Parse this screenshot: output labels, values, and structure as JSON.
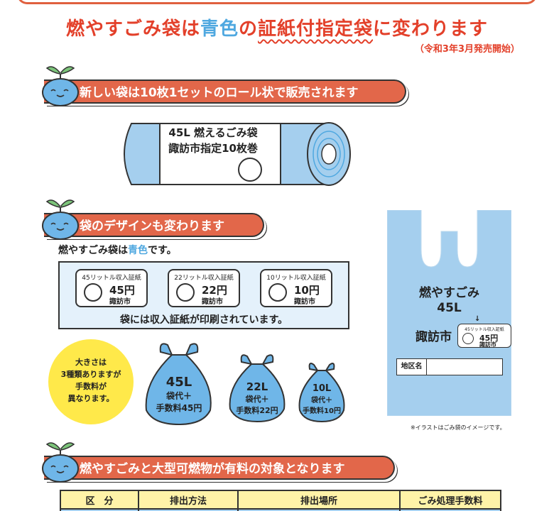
{
  "headline": {
    "part1": "燃やすごみ袋は",
    "part2": "青色",
    "part3": "の",
    "part4": "証紙付指定袋",
    "part5": "に変わります",
    "date": "（令和3年3月発売開始）"
  },
  "section1": {
    "title": "新しい袋は10枚1セットのロール状で販売されます"
  },
  "roll": {
    "line1": "45L 燃えるごみ袋",
    "line2": "諏訪市指定10枚巻"
  },
  "section2": {
    "title": "袋のデザインも変わります"
  },
  "design": {
    "lead1": "燃やすごみ袋は",
    "lead2": "青色",
    "lead3": "です。"
  },
  "stamps": [
    {
      "title": "45リットル収入証紙",
      "price": "45円",
      "city": "諏訪市"
    },
    {
      "title": "22リットル収入証紙",
      "price": "22円",
      "city": "諏訪市"
    },
    {
      "title": "10リットル収入証紙",
      "price": "10円",
      "city": "諏訪市"
    }
  ],
  "stamp_note": "袋には収入証紙が印刷されています。",
  "sizes_note": {
    "l1": "大きさは",
    "l2": "3種類ありますが",
    "l3": "手数料が",
    "l4": "異なります。"
  },
  "bags": [
    {
      "size": "45L",
      "l1": "袋代＋",
      "l2": "手数料45円"
    },
    {
      "size": "22L",
      "l1": "袋代＋",
      "l2": "手数料22円"
    },
    {
      "size": "10L",
      "l1": "袋代＋",
      "l2": "手数料10円"
    }
  ],
  "big_bag": {
    "line1": "燃やすごみ",
    "line2": "45L",
    "line3": "諏訪市",
    "stamp_title": "45リットル収入証紙",
    "stamp_price": "45円",
    "stamp_city": "諏訪市",
    "district_label": "地区名"
  },
  "image_note": "※イラストはごみ袋のイメージです。",
  "section3": {
    "title": "燃やすごみと大型可燃物が有料の対象となります"
  },
  "table": {
    "headers": [
      "区　分",
      "排出方法",
      "排出場所",
      "ごみ処理手数料"
    ]
  },
  "colors": {
    "accent_red": "#e3402a",
    "bar_orange": "#e2674a",
    "bag_blue": "#a5cfee",
    "highlight_blue": "#4fa8e0",
    "yellow": "#ffe94a"
  }
}
